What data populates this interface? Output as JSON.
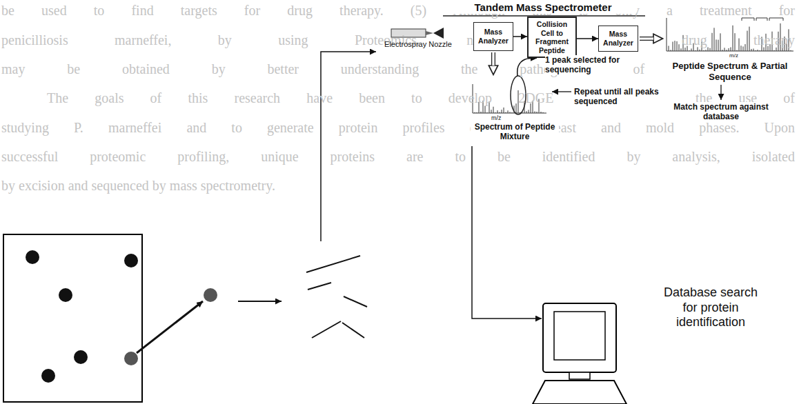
{
  "diagram": {
    "nodes": [
      {
        "text": [
          "Electrospray Nozzle"
        ]
      },
      {
        "text": [
          "Mass Analyzer"
        ]
      },
      {
        "text": [
          "Collision Cell to Fragment Peptide"
        ]
      },
      {
        "text": [
          "Mass Analyzer"
        ]
      },
      {
        "text": [
          "m/z",
          "Peptide Spectrum & Partial Sequence"
        ]
      },
      {
        "text": [
          "m/z",
          "Spectrum of Peptide Mixture"
        ]
      },
      {
        "text": [
          "Database search for protein identification"
        ]
      }
    ],
    "edges": [
      {
        "from": 1,
        "to": 2,
        "arrow": "to"
      },
      {
        "from": 2,
        "to": 3,
        "arrow": "to"
      },
      {
        "from": 3,
        "to": 4,
        "arrow": "to"
      },
      {
        "from": 1,
        "to": 5,
        "arrow": "to"
      },
      {
        "from": 5,
        "to": 2,
        "arrow": "to",
        "label": "1 peak selected for sequencing"
      },
      {
        "from": 5,
        "to": 6,
        "arrow": "to"
      }
    ],
    "labels": [
      "Tandem Mass Spectrometer",
      "Repeat until all peaks sequenced",
      "Match spectrum against database",
      "be used to find targets for drug therapy. (5) Although this is only a treatment for",
      "penicilliosis marneffei, by using Proteomics, new targets for drug therapy",
      "may be obtained by better understanding the pathogenesis of P. marneffei.",
      "The goals of this research have been to develop 2DGE methods for the use of",
      "studying P. marneffei and to generate protein profiles of the yeast and mold phases. Upon",
      "successful proteomic profiling, unique proteins are to be identified by analysis, isolated",
      "by excision and sequenced by mass spectrometry."
    ]
  }
}
